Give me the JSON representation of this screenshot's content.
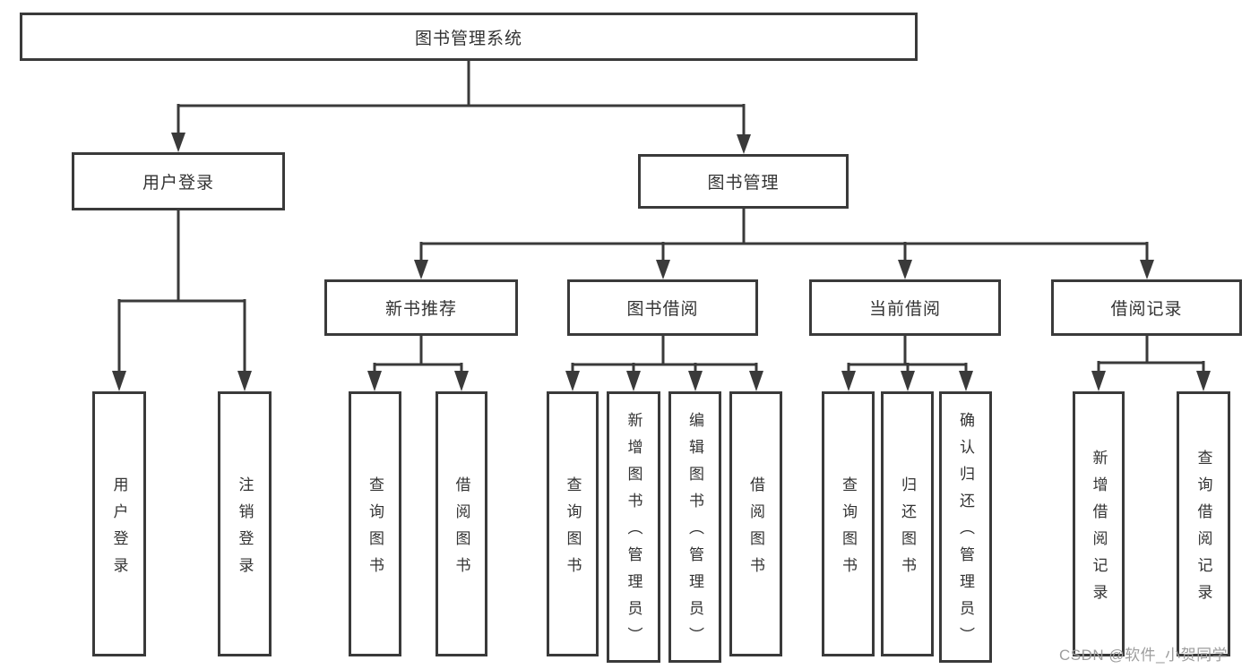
{
  "diagram": {
    "type": "tree",
    "title": "图书管理系统",
    "watermark": "CSDN @软件_小贺同学",
    "colors": {
      "background": "#ffffff",
      "line": "#3a3a3a",
      "box_border": "#3a3a3a",
      "text": "#333333",
      "watermark": "#9d9d9d"
    },
    "tree": {
      "root": {
        "label": "图书管理系统"
      },
      "level2": [
        {
          "label": "用户登录",
          "parent": "图书管理系统"
        },
        {
          "label": "图书管理",
          "parent": "图书管理系统"
        }
      ],
      "level3": [
        {
          "label": "新书推荐",
          "parent": "图书管理"
        },
        {
          "label": "图书借阅",
          "parent": "图书管理"
        },
        {
          "label": "当前借阅",
          "parent": "图书管理"
        },
        {
          "label": "借阅记录",
          "parent": "图书管理"
        }
      ],
      "leaves": [
        {
          "label": "用户登录",
          "parent": "用户登录"
        },
        {
          "label": "注销登录",
          "parent": "用户登录"
        },
        {
          "label": "查询图书",
          "parent": "新书推荐"
        },
        {
          "label": "借阅图书",
          "parent": "新书推荐"
        },
        {
          "label": "查询图书",
          "parent": "图书借阅"
        },
        {
          "label": "新增图书（管理员）",
          "parent": "图书借阅"
        },
        {
          "label": "编辑图书（管理员）",
          "parent": "图书借阅"
        },
        {
          "label": "借阅图书",
          "parent": "图书借阅"
        },
        {
          "label": "查询图书",
          "parent": "当前借阅"
        },
        {
          "label": "归还图书",
          "parent": "当前借阅"
        },
        {
          "label": "确认归还（管理员）",
          "parent": "当前借阅"
        },
        {
          "label": "新增借阅记录",
          "parent": "借阅记录"
        },
        {
          "label": "查询借阅记录",
          "parent": "借阅记录"
        }
      ]
    }
  }
}
